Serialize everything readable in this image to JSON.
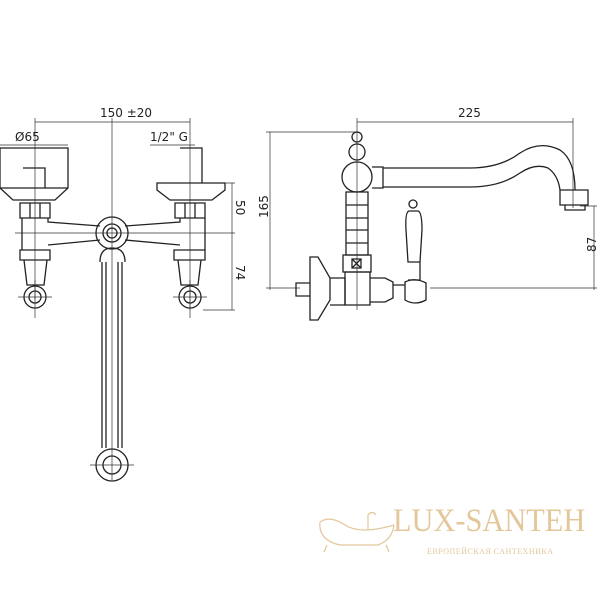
{
  "dimensions": {
    "center_distance": "150 ±20",
    "diameter": "Ø65",
    "thread": "1/2\" G",
    "height_upper": "50",
    "height_lower": "74",
    "total_height": "165",
    "spout_reach": "225",
    "spout_height": "87"
  },
  "watermark": {
    "brand": "LUX-SANTEH",
    "tagline": "ЕВРОПЕЙСКАЯ САНТЕХНИКА",
    "color": "#e3c79a"
  }
}
